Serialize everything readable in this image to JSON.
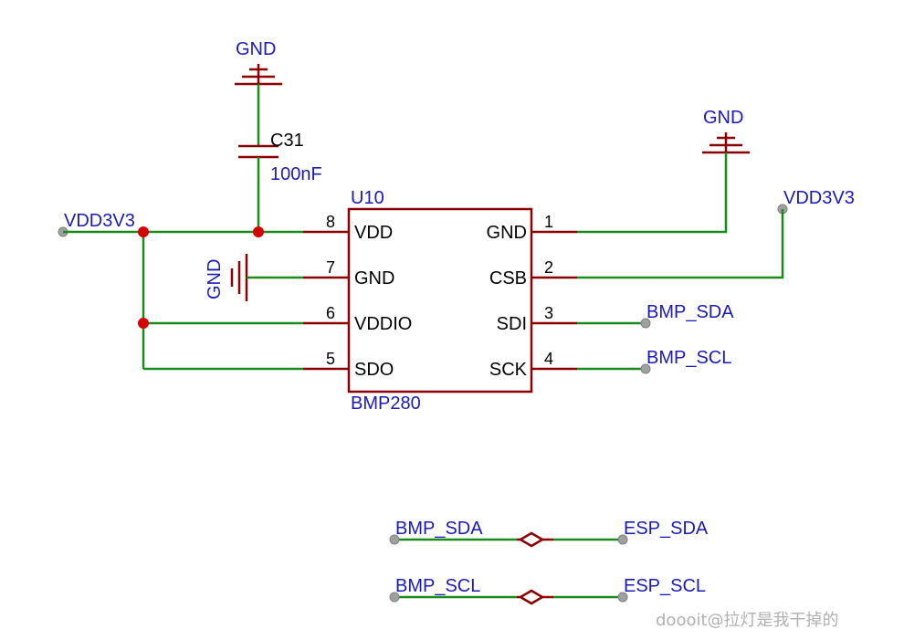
{
  "gnd_top": "GND",
  "gnd_right": "GND",
  "gnd_left": "GND",
  "capacitor": {
    "ref": "C31",
    "value": "100nF"
  },
  "ic": {
    "ref": "U10",
    "part": "BMP280",
    "left_pins": [
      {
        "num": "8",
        "name": "VDD"
      },
      {
        "num": "7",
        "name": "GND"
      },
      {
        "num": "6",
        "name": "VDDIO"
      },
      {
        "num": "5",
        "name": "SDO"
      }
    ],
    "right_pins": [
      {
        "num": "1",
        "name": "GND"
      },
      {
        "num": "2",
        "name": "CSB"
      },
      {
        "num": "3",
        "name": "SDI"
      },
      {
        "num": "4",
        "name": "SCK"
      }
    ]
  },
  "nets": {
    "vdd_left": "VDD3V3",
    "vdd_right": "VDD3V3",
    "bmp_sda": "BMP_SDA",
    "bmp_scl": "BMP_SCL",
    "bmp_sda_bridge": "BMP_SDA",
    "esp_sda": "ESP_SDA",
    "bmp_scl_bridge": "BMP_SCL",
    "esp_scl": "ESP_SCL"
  },
  "watermark": "doooit@拉灯是我干掉的"
}
